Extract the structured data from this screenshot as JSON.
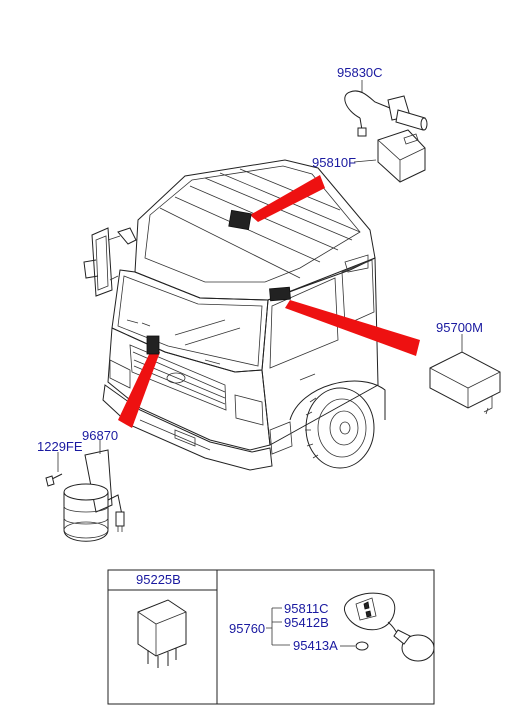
{
  "labels": {
    "p95830C": "95830C",
    "p95810F": "95810F",
    "p95700M": "95700M",
    "p1229FE": "1229FE",
    "p96870": "96870",
    "p95225B": "95225B",
    "p95760": "95760",
    "p95811C": "95811C",
    "p95412B": "95412B",
    "p95413A": "95413A"
  },
  "colors": {
    "label_text": "#1a1aa0",
    "pointer_arrow": "#ee1111",
    "line_art": "#222222"
  }
}
